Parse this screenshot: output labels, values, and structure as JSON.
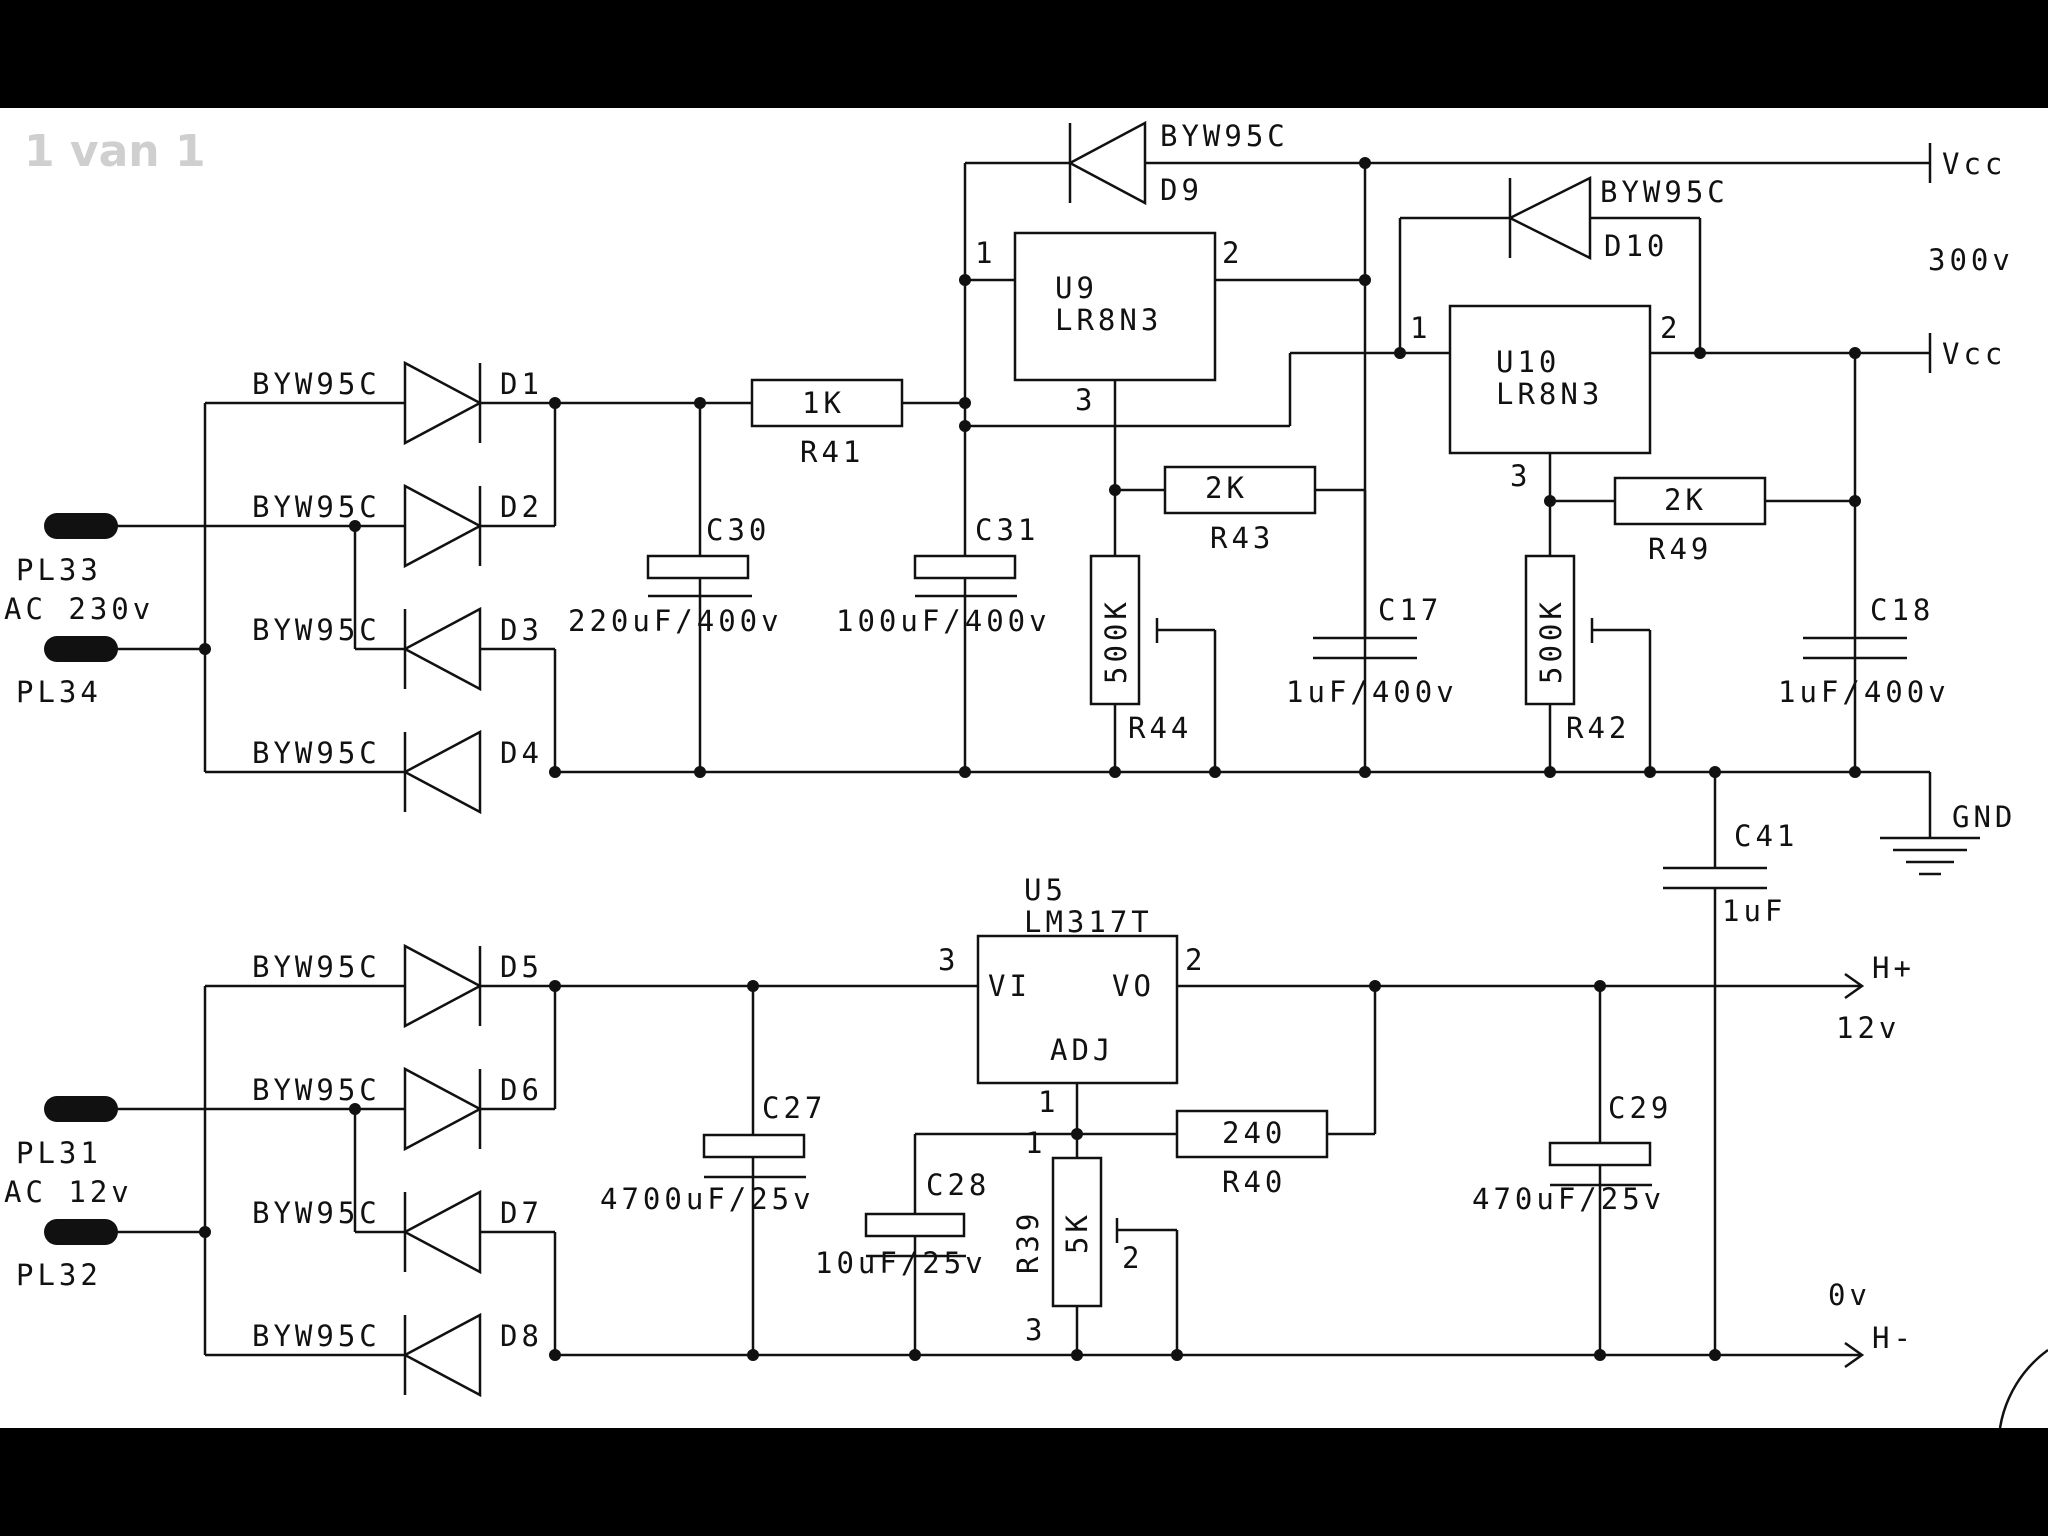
{
  "viewer": {
    "page_indicator": "1 van 1"
  },
  "components": {
    "D1": {
      "ref": "D1",
      "part": "BYW95C"
    },
    "D2": {
      "ref": "D2",
      "part": "BYW95C"
    },
    "D3": {
      "ref": "D3",
      "part": "BYW95C"
    },
    "D4": {
      "ref": "D4",
      "part": "BYW95C"
    },
    "D5": {
      "ref": "D5",
      "part": "BYW95C"
    },
    "D6": {
      "ref": "D6",
      "part": "BYW95C"
    },
    "D7": {
      "ref": "D7",
      "part": "BYW95C"
    },
    "D8": {
      "ref": "D8",
      "part": "BYW95C"
    },
    "D9": {
      "ref": "D9",
      "part": "BYW95C"
    },
    "D10": {
      "ref": "D10",
      "part": "BYW95C"
    },
    "R41": {
      "ref": "R41",
      "value": "1K"
    },
    "R43": {
      "ref": "R43",
      "value": "2K"
    },
    "R49": {
      "ref": "R49",
      "value": "2K"
    },
    "R44": {
      "ref": "R44",
      "value": "500K"
    },
    "R42": {
      "ref": "R42",
      "value": "500K"
    },
    "R40": {
      "ref": "R40",
      "value": "240"
    },
    "R39": {
      "ref": "R39",
      "value": "5K"
    },
    "C30": {
      "ref": "C30",
      "value": "220uF/400v"
    },
    "C31": {
      "ref": "C31",
      "value": "100uF/400v"
    },
    "C17": {
      "ref": "C17",
      "value": "1uF/400v"
    },
    "C18": {
      "ref": "C18",
      "value": "1uF/400v"
    },
    "C41": {
      "ref": "C41",
      "value": "1uF"
    },
    "C27": {
      "ref": "C27",
      "value": "4700uF/25v"
    },
    "C28": {
      "ref": "C28",
      "value": "10uF/25v"
    },
    "C29": {
      "ref": "C29",
      "value": "470uF/25v"
    },
    "U9": {
      "ref": "U9",
      "part": "LR8N3"
    },
    "U10": {
      "ref": "U10",
      "part": "LR8N3"
    },
    "U5": {
      "ref": "U5",
      "part": "LM317T",
      "pin_vi": "VI",
      "pin_vo": "VO",
      "pin_adj": "ADJ"
    }
  },
  "pins": {
    "p1": "1",
    "p2": "2",
    "p3": "3"
  },
  "connectors": {
    "PL33": "PL33",
    "PL34": "PL34",
    "PL31": "PL31",
    "PL32": "PL32",
    "ac_high": "AC 230v",
    "ac_low": "AC 12v"
  },
  "nets": {
    "vcc": "Vcc",
    "v300": "300v",
    "gnd": "GND",
    "hplus": "H+",
    "v12": "12v",
    "hminus": "H-",
    "v0": "0v"
  }
}
